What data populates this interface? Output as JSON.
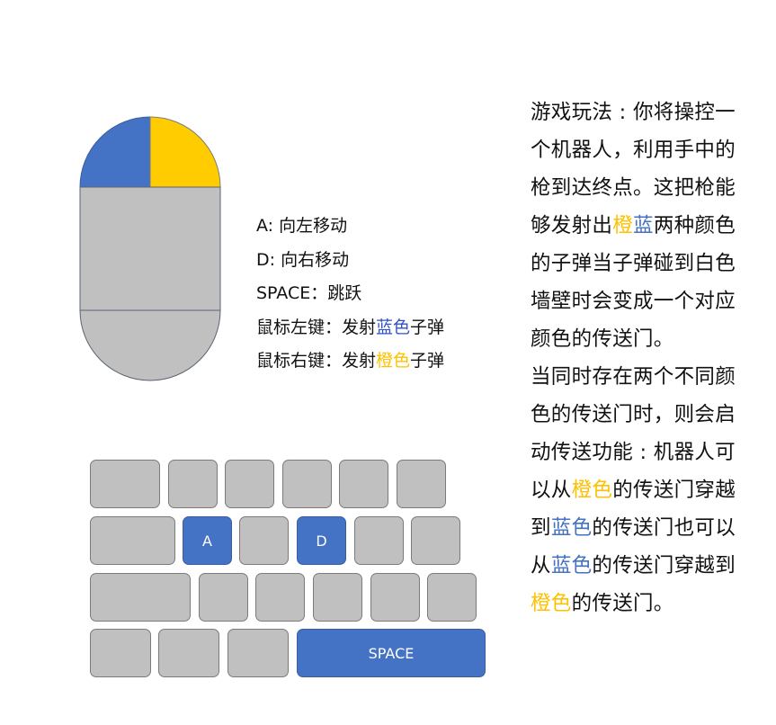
{
  "colors": {
    "blue": "#4472c4",
    "yellow": "#ffcc00",
    "gray": "#c0c0c0",
    "orange_text": "#ffc000"
  },
  "mouse": {
    "left_button": "blue",
    "right_button": "yellow"
  },
  "controls": [
    {
      "text": "A: 向左移动"
    },
    {
      "text": "D: 向右移动"
    },
    {
      "text": "SPACE：跳跃"
    },
    {
      "prefix": "鼠标左键：发射",
      "colored": "蓝色",
      "suffix": "子弹",
      "color": "blue"
    },
    {
      "prefix": "鼠标右键：发射",
      "colored": "橙色",
      "suffix": "子弹",
      "color": "orange"
    }
  ],
  "keyboard": {
    "a_label": "A",
    "d_label": "D",
    "space_label": "SPACE"
  },
  "description": {
    "p1_a": "游戏玩法 : 你将操控一个机器人，利用手中的枪到达终点。这把枪能够发射出",
    "p1_orange": "橙",
    "p1_blue": "蓝",
    "p1_b": "两种颜色的子弹当子弹碰到白色墙壁时会变成一个对应颜色的传送门。",
    "p2_a": "当同时存在两个不同颜色的传送门时，则会启动传送功能 : 机器人可以从",
    "p2_orange1": "橙色",
    "p2_b": "的传送门穿越到",
    "p2_blue1": "蓝色",
    "p2_c": "的传送门也可以从",
    "p2_blue2": "蓝色",
    "p2_d": "的传送门穿越到",
    "p2_orange2": "橙色",
    "p2_e": "的传送门。"
  }
}
